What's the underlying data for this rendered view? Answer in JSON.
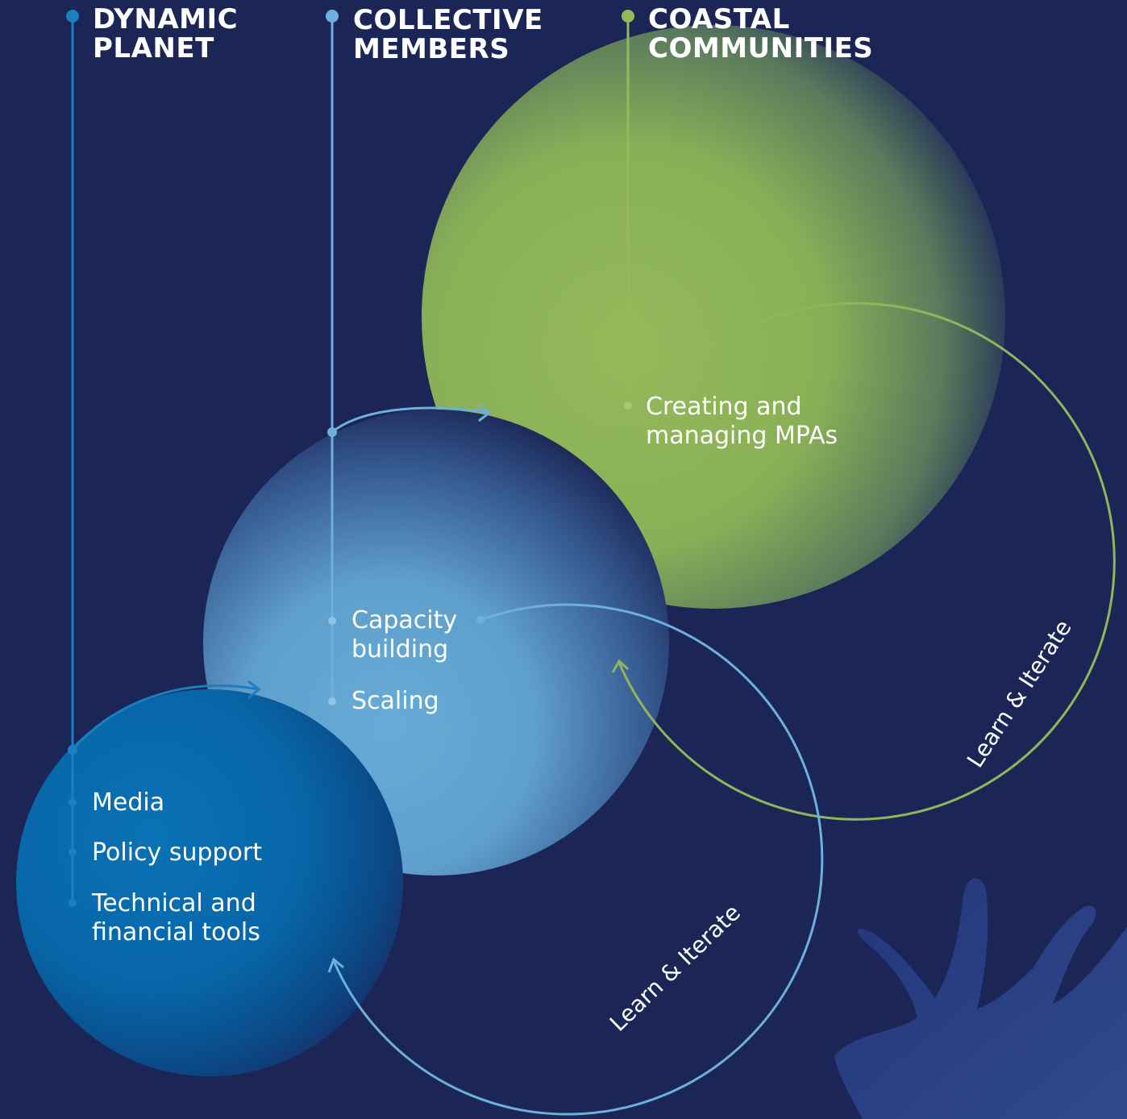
{
  "groups": [
    {
      "id": "dynamic-planet",
      "heading_line1": "DYNAMIC",
      "heading_line2": "PLANET",
      "color": "#1b7fc0",
      "items": [
        "Media",
        "Policy support",
        "Technical and",
        "financial tools"
      ]
    },
    {
      "id": "collective-members",
      "heading_line1": "COLLECTIVE",
      "heading_line2": "MEMBERS",
      "color": "#6db0dd",
      "items": [
        "Capacity",
        "building",
        "Scaling"
      ]
    },
    {
      "id": "coastal-communities",
      "heading_line1": "COASTAL",
      "heading_line2": "COMMUNITIES",
      "color": "#93b95a",
      "items": [
        "Creating and",
        "managing MPAs"
      ]
    }
  ],
  "loops": {
    "lower_label": "Learn & Iterate",
    "upper_label": "Learn & Iterate"
  },
  "colors": {
    "background": "#1b2657",
    "dark_blue": "#0a70b3",
    "light_blue": "#64a8d4",
    "green": "#8fb65a",
    "coral": "#2b3f86"
  }
}
